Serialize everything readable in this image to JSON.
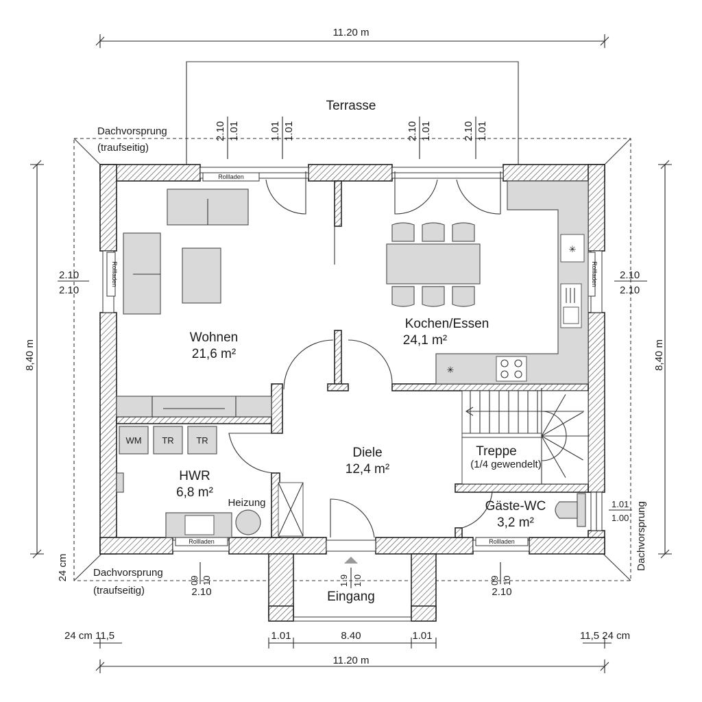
{
  "rooms": {
    "terrace": "Terrasse",
    "living_name": "Wohnen",
    "living_area": "21,6 m²",
    "kitchen_name": "Kochen/Essen",
    "kitchen_area": "24,1 m²",
    "hall_name": "Diele",
    "hall_area": "12,4 m²",
    "utility_name": "HWR",
    "utility_area": "6,8 m²",
    "heating": "Heizung",
    "stairs_name": "Treppe",
    "stairs_note": "(1/4 gewendelt)",
    "wc_name": "Gäste-WC",
    "wc_area": "3,2 m²",
    "entrance": "Eingang"
  },
  "appliances": {
    "washer": "WM",
    "dryer_1": "TR",
    "dryer_2": "TR"
  },
  "labels": {
    "shutter": "Rollladen",
    "eaves": "Dachvorsprung",
    "eaves_note": "(traufseitig)",
    "eaves_right": "Dachvorsprung"
  },
  "dimensions": {
    "top_total": "11.20 m",
    "bottom_total": "11.20 m",
    "left_height": "8,40 m",
    "right_height": "8,40 m",
    "win_a_top": "2.10",
    "win_a_bottom": "1.01",
    "win_b_top": "1.01",
    "win_b_bottom": "1.01",
    "win_c_top": "2.10",
    "win_c_bottom": "1.01",
    "win_d_top": "2.10",
    "win_d_bottom": "1.01",
    "left_win_top": "2.10",
    "left_win_bottom": "2.10",
    "right_win_top": "2.10",
    "right_win_bottom": "2.10",
    "wc_win_top": "1.01",
    "wc_win_bottom": "1.00",
    "eaves_depth": "24 cm",
    "bl_win_a": "09",
    "bl_win_b": "10",
    "bl_win_c": "2.10",
    "door_a": "1.9",
    "door_b": "1.0",
    "br_win_a": "09",
    "br_win_b": "10",
    "br_win_c": "2.10",
    "bottom_left_chain": "24 cm 11,5",
    "entry_left": "1.01",
    "entry_mid": "8.40",
    "entry_right": "1.01",
    "bottom_right_chain": "11,5 24 cm"
  }
}
